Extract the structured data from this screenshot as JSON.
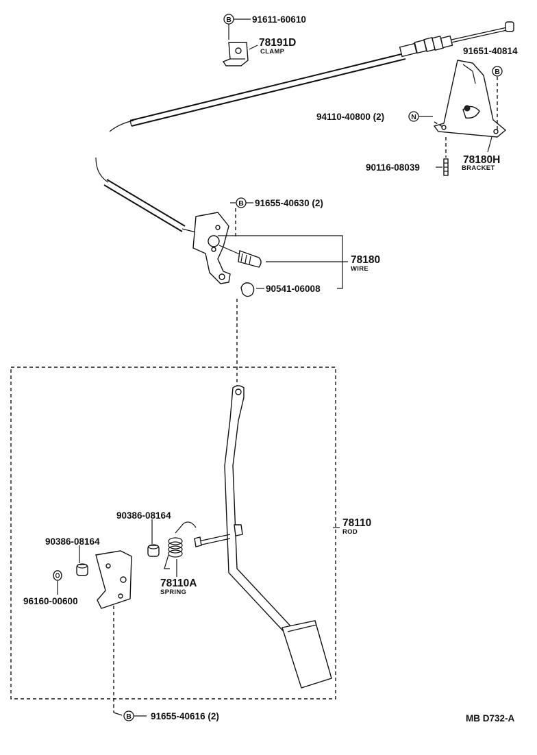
{
  "symbols": {
    "b": "B",
    "n": "N"
  },
  "parts": {
    "p91611": "91611-60610",
    "p78191D": "78191D",
    "clamp": "CLAMP",
    "p91651": "91651-40814",
    "p94110": "94110-40800 (2)",
    "p78180H": "78180H",
    "bracket": "BRACKET",
    "p90116": "90116-08039",
    "p91655_630": "91655-40630 (2)",
    "p78180": "78180",
    "wire": "WIRE",
    "p90541": "90541-06008",
    "p78110": "78110",
    "rod": "ROD",
    "p90386_upper": "90386-08164",
    "p90386_lower": "90386-08164",
    "p96160": "96160-00600",
    "p78110A": "78110A",
    "spring": "SPRING",
    "p91655_616": "91655-40616 (2)"
  },
  "diagram_id": "MB D732-A"
}
